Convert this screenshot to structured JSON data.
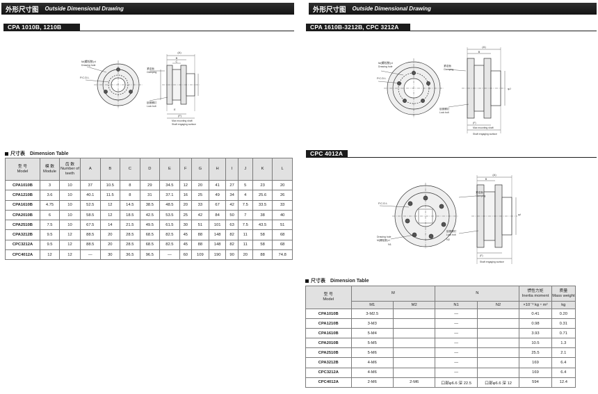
{
  "header": {
    "title_jp": "外形尺寸图",
    "title_en": "Outside Dimensional Drawing"
  },
  "sections": {
    "s1": "CPA 1010B, 1210B",
    "s2": "CPA 1610B-3212B, CPC 3212A",
    "s3": "CPC 4012A"
  },
  "drawing_labels": {
    "bolt": "M(螺栓数)×l",
    "drawing_hole": "Drawing hole",
    "pcd": "P.C.D.L",
    "clamp_jp": "紧定面",
    "clamping": "Clamping",
    "lock_jp": "锁紧螺钉",
    "lock_bolt": "Lock bolt",
    "max_length_jp": "(L)最大长度",
    "max_length": "Max mounting shaft",
    "shaft_jp": "与轴连接面",
    "shaft_surface": "Shaft engaging surface",
    "n1": "N1",
    "n2": "N2",
    "dim_a": "(A)",
    "dim_b": "B",
    "dim_c": "C",
    "dim_e": "E",
    "dim_f": "(F)",
    "dim_g": "(G)",
    "dim_h": "H",
    "dim_k": "K",
    "dim_d": "φD",
    "dim_j": "φJ",
    "dim_i": "φI"
  },
  "table1": {
    "title_jp": "尺寸表",
    "title_en": "Dimension Table",
    "headers": [
      {
        "jp": "型 号",
        "en": "Model"
      },
      {
        "jp": "模 数",
        "en": "Module"
      },
      {
        "jp": "齿 数",
        "en": "Number of teeth"
      },
      {
        "en": "A"
      },
      {
        "en": "B"
      },
      {
        "en": "C"
      },
      {
        "en": "D"
      },
      {
        "en": "E"
      },
      {
        "en": "F"
      },
      {
        "en": "G"
      },
      {
        "en": "H"
      },
      {
        "en": "I"
      },
      {
        "en": "J"
      },
      {
        "en": "K"
      },
      {
        "en": "L"
      }
    ],
    "rows": [
      [
        "CPA1010B",
        "3",
        "10",
        "37",
        "10.5",
        "8",
        "29",
        "34.5",
        "12",
        "20",
        "41",
        "27",
        "5",
        "23",
        "20"
      ],
      [
        "CPA1210B",
        "3.6",
        "10",
        "40.1",
        "11.5",
        "8",
        "31",
        "37.1",
        "16",
        "25",
        "49",
        "34",
        "4",
        "25.6",
        "26"
      ],
      [
        "CPA1610B",
        "4.75",
        "10",
        "52.5",
        "12",
        "14.5",
        "38.5",
        "48.5",
        "20",
        "33",
        "67",
        "42",
        "7.5",
        "33.5",
        "33"
      ],
      [
        "CPA2010B",
        "6",
        "10",
        "58.5",
        "12",
        "18.5",
        "42.5",
        "53.5",
        "25",
        "42",
        "84",
        "50",
        "7",
        "38",
        "40"
      ],
      [
        "CPA2510B",
        "7.5",
        "10",
        "67.5",
        "14",
        "21.5",
        "49.5",
        "61.5",
        "30",
        "51",
        "101",
        "63",
        "7.5",
        "43.5",
        "51"
      ],
      [
        "CPA3212B",
        "9.5",
        "12",
        "88.5",
        "20",
        "28.5",
        "68.5",
        "82.5",
        "45",
        "88",
        "148",
        "82",
        "11",
        "58",
        "68"
      ],
      [
        "CPC3212A",
        "9.5",
        "12",
        "88.5",
        "20",
        "28.5",
        "68.5",
        "82.5",
        "45",
        "88",
        "148",
        "82",
        "11",
        "58",
        "68"
      ],
      [
        "CPC4012A",
        "12",
        "12",
        "—",
        "30",
        "36.5",
        "96.5",
        "—",
        "60",
        "109",
        "190",
        "90",
        "20",
        "88",
        "74.8"
      ]
    ]
  },
  "table2": {
    "title_jp": "尺寸表",
    "title_en": "Dimension Table",
    "model_jp": "型 号",
    "model_en": "Model",
    "group_m": "M",
    "group_n": "N",
    "inertia_jp": "惯性力矩",
    "inertia_en": "Inertia moment",
    "inertia_unit": "×10⁻³ kg・m²",
    "mass_jp": "质量",
    "mass_en": "Mass weight",
    "mass_unit": "kg",
    "sub_m1": "M1",
    "sub_m2": "M2",
    "sub_n1": "N1",
    "sub_n2": "N2",
    "rows": [
      [
        "CPA1010B",
        "3-M2.5",
        "",
        "—",
        "",
        "0.41",
        "0.20"
      ],
      [
        "CPA1210B",
        "3-M3",
        "",
        "—",
        "",
        "0.98",
        "0.31"
      ],
      [
        "CPA1610B",
        "5-M4",
        "",
        "—",
        "",
        "3.93",
        "0.71"
      ],
      [
        "CPA2010B",
        "5-M5",
        "",
        "—",
        "",
        "10.5",
        "1.3"
      ],
      [
        "CPA2510B",
        "5-M6",
        "",
        "—",
        "",
        "25.5",
        "2.1"
      ],
      [
        "CPA3212B",
        "4-M6",
        "",
        "—",
        "",
        "169",
        "6.4"
      ],
      [
        "CPC3212A",
        "4-M6",
        "",
        "—",
        "",
        "169",
        "6.4"
      ],
      [
        "CPC4012A",
        "2-M6",
        "2-M6",
        "口部φ6.6 深 22.5",
        "口部φ6.6 深 12",
        "594",
        "12.4"
      ]
    ]
  }
}
